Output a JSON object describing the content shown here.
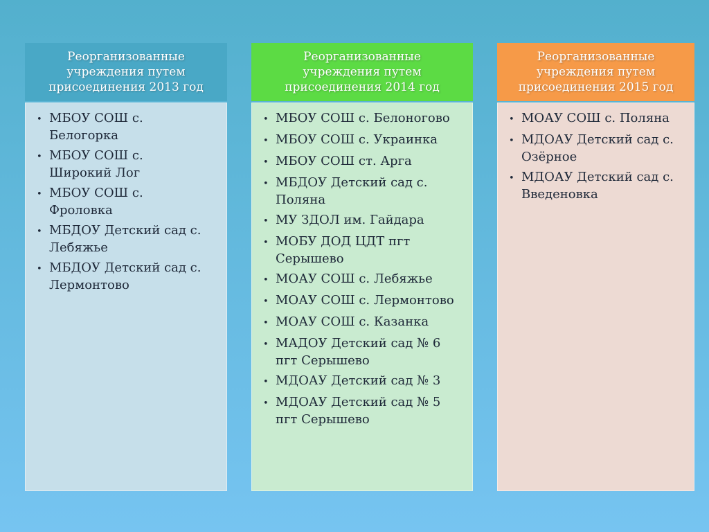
{
  "slide": {
    "background_top": "#53B0CD",
    "background_bottom": "#76C4F1",
    "text_color": "#1E2838",
    "header_text_color": "#FFFFFF",
    "bullet_char": "•"
  },
  "columns": [
    {
      "year": "2013",
      "title_lines": [
        "Реорганизованные",
        "учреждения путем",
        "присоединения 2013 год"
      ],
      "header_color": "#49A8C6",
      "body_color": "#C6DFEA",
      "items": [
        "МБОУ СОШ с.\nБелогорка",
        "МБОУ СОШ с.\nШирокий Лог",
        "МБОУ СОШ с.\nФроловка",
        "МБДОУ Детский сад с.\nЛебяжье",
        "МБДОУ Детский сад с.\nЛермонтово"
      ]
    },
    {
      "year": "2014",
      "title_lines": [
        "Реорганизованные",
        "учреждения путем",
        "присоединения 2014 год"
      ],
      "header_color": "#5CDB44",
      "body_color": "#C9EBD0",
      "items": [
        "МБОУ  СОШ с. Белоногово",
        "МБОУ СОШ с. Украинка",
        "МБОУ СОШ ст. Арга",
        "МБДОУ Детский сад с.\nПоляна",
        "МУ ЗДОЛ им. Гайдара",
        "МОБУ ДОД ЦДТ пгт\nСерышево",
        "МОАУ СОШ с. Лебяжье",
        "МОАУ СОШ с. Лермонтово",
        "МОАУ СОШ с. Казанка",
        "МАДОУ Детский сад № 6\nпгт Серышево",
        "МДОАУ Детский сад № 3",
        "МДОАУ Детский сад № 5\nпгт Серышево"
      ]
    },
    {
      "year": "2015",
      "title_lines": [
        "Реорганизованные",
        "учреждения путем",
        "присоединения 2015 год"
      ],
      "header_color": "#F69A48",
      "body_color": "#EDDAD3",
      "items": [
        "МОАУ СОШ с. Поляна",
        "МДОАУ Детский сад  с.\nОзёрное",
        "МДОАУ Детский сад с.\nВведеновка"
      ]
    }
  ]
}
